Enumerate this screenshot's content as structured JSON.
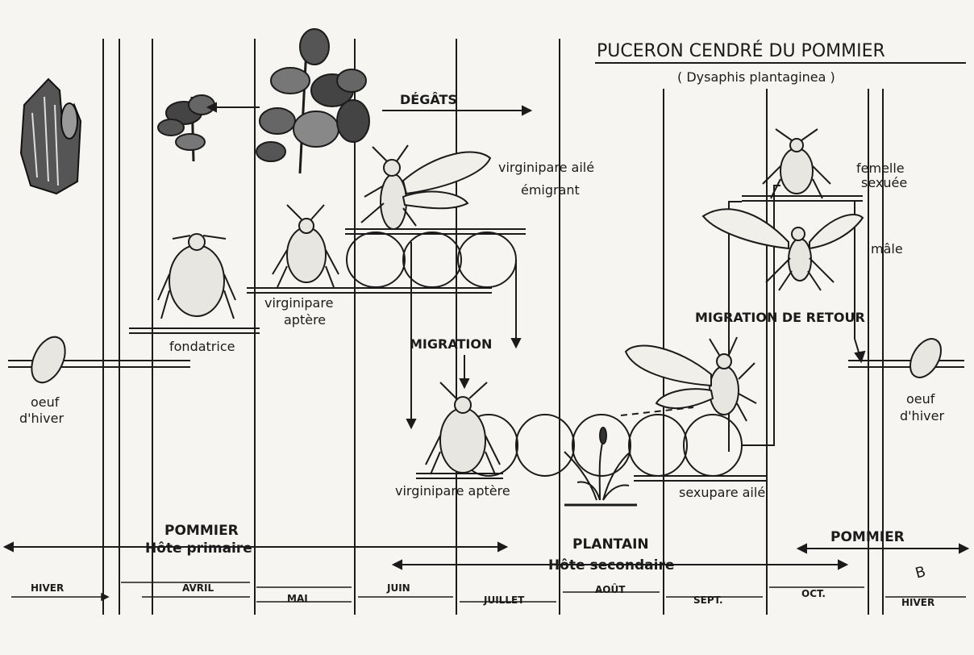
{
  "title": "PUCERON CENDRÉ DU POMMIER",
  "subtitle": "( Dysaphis plantaginea )",
  "labels": {
    "degats": "DÉGÂTS",
    "virginipare_aile_1": "virginipare ailé",
    "virginipare_aile_2": "émigrant",
    "fondatrice": "fondatrice",
    "virginipare_aptere_1": "virginipare",
    "virginipare_aptere_2": "aptère",
    "migration": "MIGRATION",
    "virginipare_aptere_bottom": "virginipare aptère",
    "sexupare_aile": "sexupare ailé",
    "femelle_1": "femelle",
    "femelle_2": "sexuée",
    "male": "mâle",
    "migration_retour": "MIGRATION  DE  RETOUR",
    "oeuf_left_1": "oeuf",
    "oeuf_left_2": "d'hiver",
    "oeuf_right_1": "oeuf",
    "oeuf_right_2": "d'hiver"
  },
  "hosts": {
    "pommier_left": "POMMIER",
    "hote_primaire": "Hôte primaire",
    "plantain": "PLANTAIN",
    "hote_secondaire": "Hôte secondaire",
    "pommier_right": "POMMIER"
  },
  "months": {
    "hiver_left": "HIVER",
    "avril": "AVRIL",
    "mai": "MAI",
    "juin": "JUIN",
    "juillet": "JUILLET",
    "aout": "AOÛT",
    "sept": "SEPT.",
    "oct": "OCT.",
    "hiver_right": "HIVER"
  },
  "signature": "B",
  "colors": {
    "ink": "#1b1b1b",
    "paper": "#f6f5f1"
  }
}
